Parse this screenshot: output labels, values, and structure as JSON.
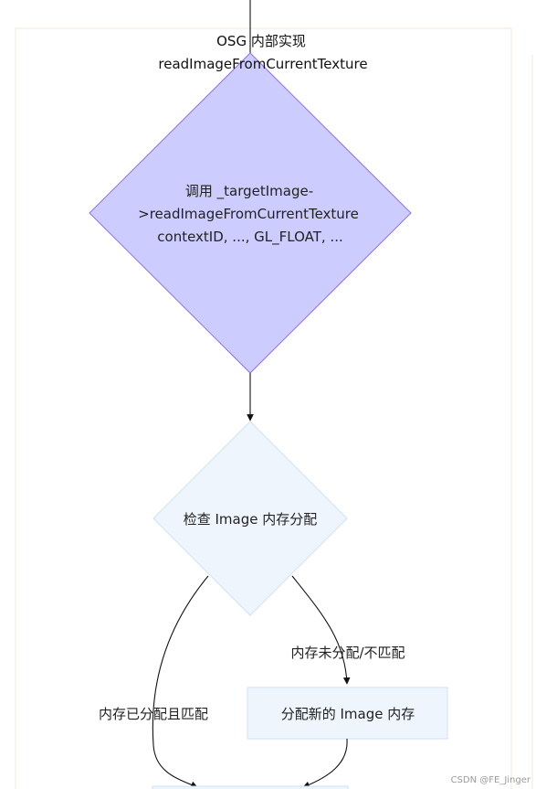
{
  "subgraph": {
    "title_line1": "OSG 内部实现",
    "title_line2": "readImageFromCurrentTexture"
  },
  "nodes": {
    "call": {
      "line1": "调用 _targetImage-",
      "line2": ">readImageFromCurrentTexture",
      "line3": "contextID, ..., GL_FLOAT, ..."
    },
    "check": {
      "label": "检查 Image 内存分配"
    },
    "allocate": {
      "label": "分配新的 Image 内存"
    }
  },
  "edges": {
    "not_allocated": "内存未分配/不匹配",
    "allocated": "内存已分配且匹配"
  },
  "watermark": "CSDN @FE_Jinger",
  "colors": {
    "decision_primary_fill": "#ccccff",
    "decision_primary_stroke": "#9370db",
    "decision_light_fill": "#eef5fd",
    "decision_light_stroke": "#cfe2f5",
    "subgraph_border": "#f0e8d8",
    "process_fill": "#eef5fd",
    "process_stroke": "#cfe2f5"
  }
}
